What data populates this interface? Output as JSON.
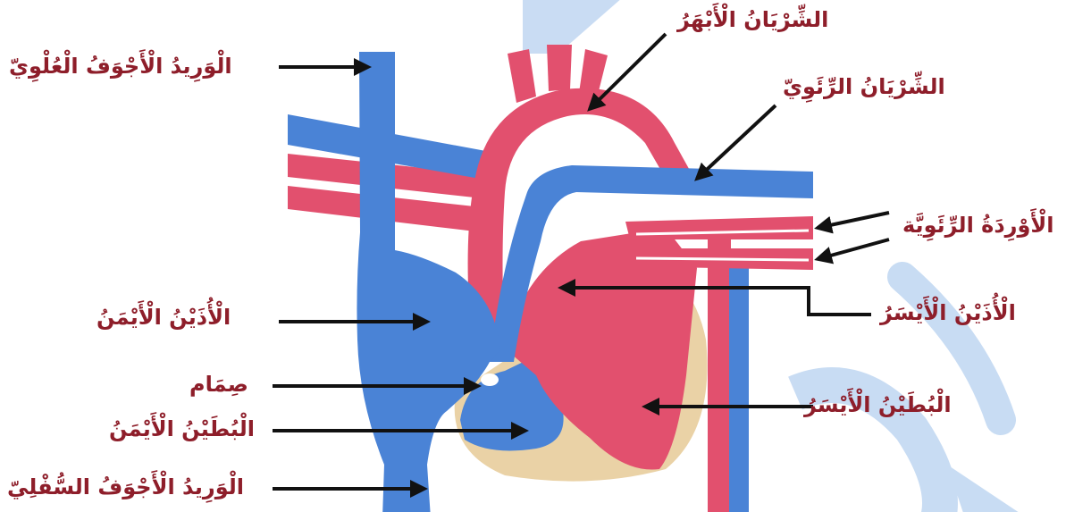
{
  "colors": {
    "vein_blue": "#4a83d6",
    "artery_red": "#e2506e",
    "muscle_tan": "#ead2a6",
    "label_text": "#8e1e2a",
    "watermark": "#9cc0ea",
    "arrow": "#111111"
  },
  "labels": {
    "superior_vena_cava": "الْوَرِيدُ الْأَجْوَفُ الْعُلْوِيّ",
    "aorta": "الشِّرْيَانُ الْأَبْهَرُ",
    "pulmonary_artery": "الشِّرْيَانُ الرِّئَوِيّ",
    "pulmonary_veins": "الْأَوْرِدَةُ الرِّئَوِيَّة",
    "right_atrium": "الْأُذَيْنُ الْأَيْمَنُ",
    "left_atrium": "الْأُذَيْنُ الْأَيْسَرُ",
    "valve": "صِمَام",
    "left_ventricle": "الْبُطَيْنُ الْأَيْسَرُ",
    "right_ventricle": "الْبُطَيْنُ الْأَيْمَنُ",
    "inferior_vena_cava": "الْوَرِيدُ الْأَجْوَفُ السُّفْلِيّ"
  }
}
